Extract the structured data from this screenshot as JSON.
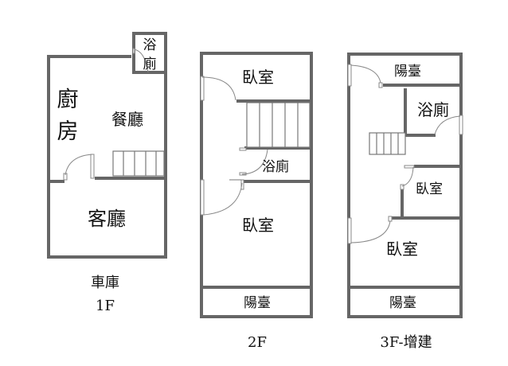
{
  "floors": [
    {
      "id": "1F",
      "caption_lines": [
        "車庫",
        "1F"
      ],
      "rooms": {
        "bathroom": "浴廁",
        "bathroom_line1": "浴",
        "bathroom_line2": "廁",
        "kitchen_line1": "廚",
        "kitchen_line2": "房",
        "dining": "餐廳",
        "living": "客廳"
      }
    },
    {
      "id": "2F",
      "caption_lines": [
        "2F"
      ],
      "rooms": {
        "bedroom_front": "臥室",
        "bathroom": "浴廁",
        "bedroom_rear": "臥室",
        "balcony": "陽臺"
      }
    },
    {
      "id": "3F",
      "caption_lines": [
        "3F-增建"
      ],
      "rooms": {
        "balcony_front": "陽臺",
        "bathroom": "浴廁",
        "bedroom_small": "臥室",
        "bedroom_large": "臥室",
        "balcony_rear": "陽臺"
      }
    }
  ],
  "colors": {
    "wall": "#666666",
    "background": "#ffffff",
    "text": "#111111"
  }
}
